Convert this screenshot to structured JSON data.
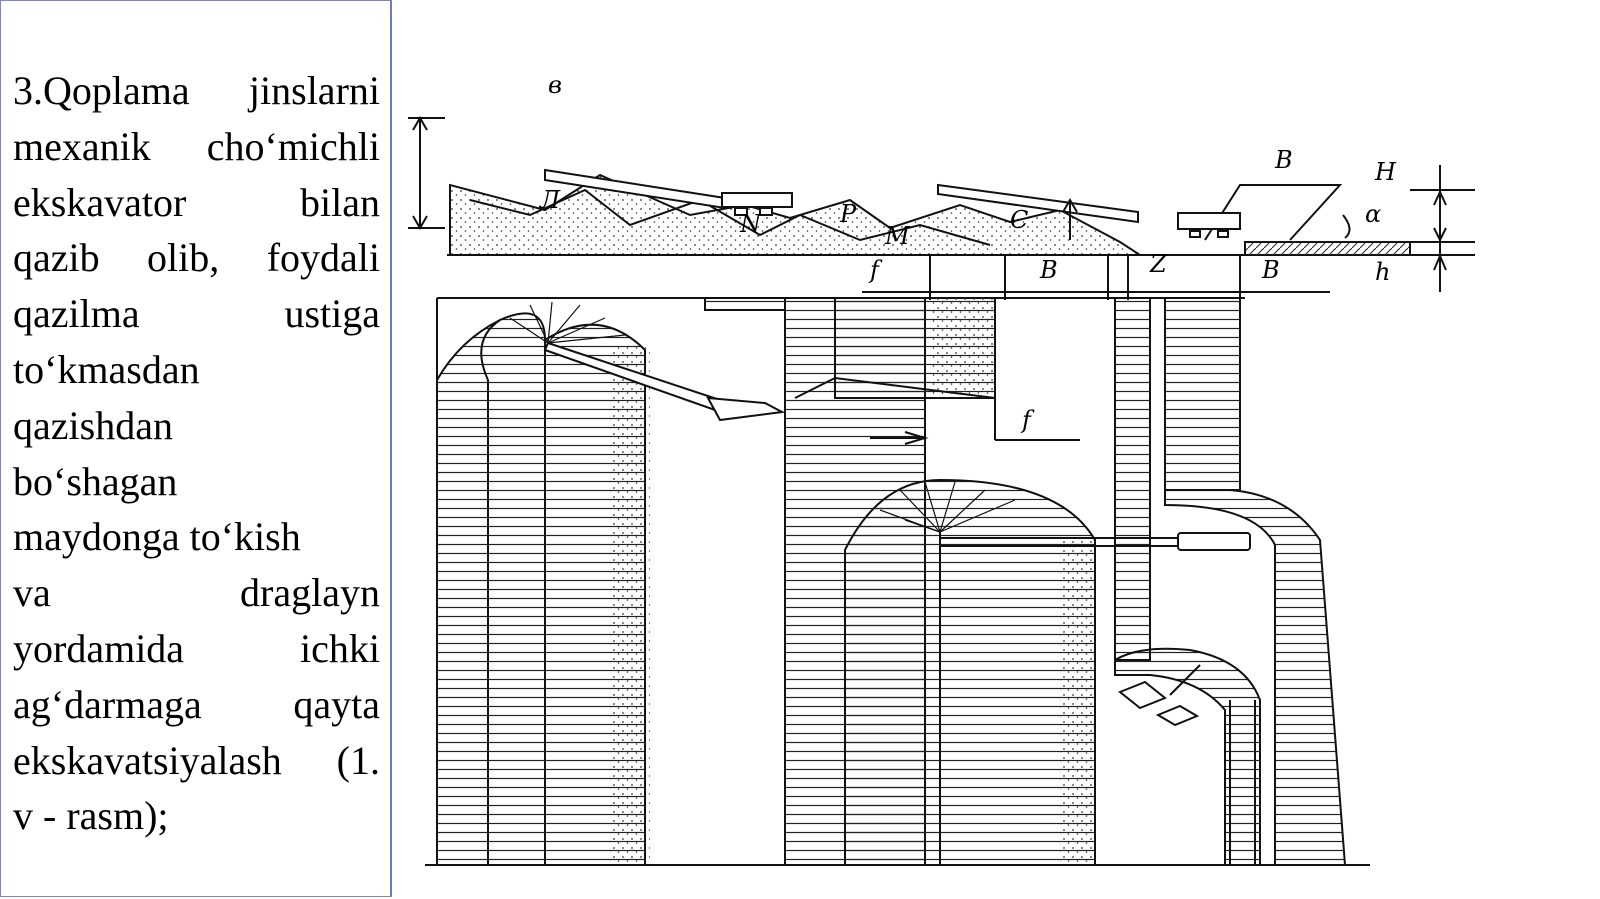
{
  "text_panel": {
    "lines": [
      "3.Qoplama jinslarni",
      "mexanik cho‘michli",
      "ekskavator bilan",
      "qazib olib, foydali",
      "qazilma ustiga",
      "to‘kmasdan",
      "qazishdan",
      "bo‘shagan",
      "maydonga to‘kish",
      "va draglayn",
      "yordamida ichki",
      "ag‘darmaga qayta",
      "ekskavatsiyalash (1.",
      "v - rasm);"
    ]
  },
  "figure": {
    "labels": {
      "figure_letter": "в",
      "dim_B_top": "B",
      "dim_H": "H",
      "dim_alpha": "α",
      "dim_h": "h",
      "dim_f_top": "f",
      "dim_B_mid": "B",
      "dim_Z": "Z",
      "dim_B_right": "B",
      "dim_f_mid": "f",
      "zone_L": "Л",
      "zone_N": "N",
      "zone_P": "P",
      "zone_M": "M",
      "zone_C": "C"
    },
    "colors": {
      "ink": "#111111",
      "panel_border": "#6d78c0"
    }
  }
}
